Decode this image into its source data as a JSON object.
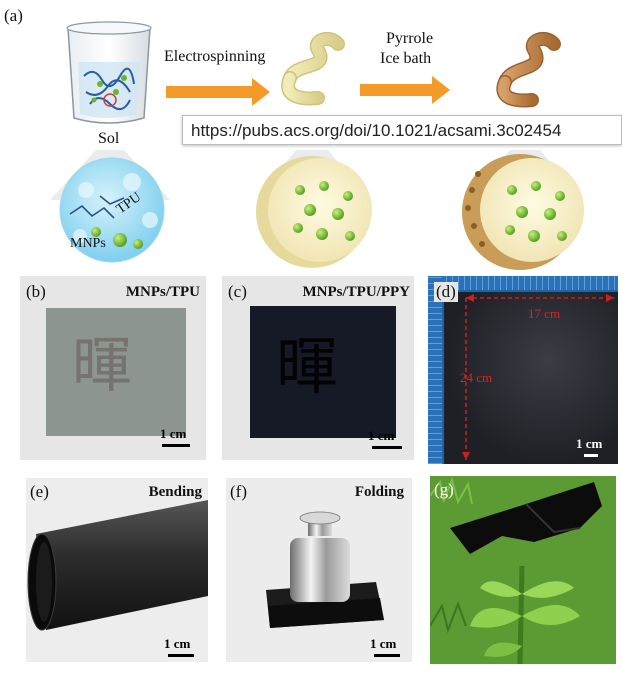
{
  "panels": {
    "a": {
      "label": "(a)",
      "sol": "Sol",
      "step1": "Electrospinning",
      "step2_line1": "Pyrrole",
      "step2_line2": "Ice bath",
      "tpu": "TPU",
      "mnps": "MNPs"
    },
    "b": {
      "label": "(b)",
      "title": "MNPs/TPU",
      "scale": "1 cm"
    },
    "c": {
      "label": "(c)",
      "title": "MNPs/TPU/PPY",
      "scale": "1 cm"
    },
    "d": {
      "label": "(d)",
      "width": "17 cm",
      "height": "24 cm",
      "scale": "1 cm"
    },
    "e": {
      "label": "(e)",
      "title": "Bending",
      "scale": "1 cm"
    },
    "f": {
      "label": "(f)",
      "title": "Folding",
      "scale": "1 cm"
    },
    "g": {
      "label": "(g)"
    }
  },
  "tooltip": {
    "url": "https://pubs.acs.org/doi/10.1021/acsami.3c02454"
  }
}
